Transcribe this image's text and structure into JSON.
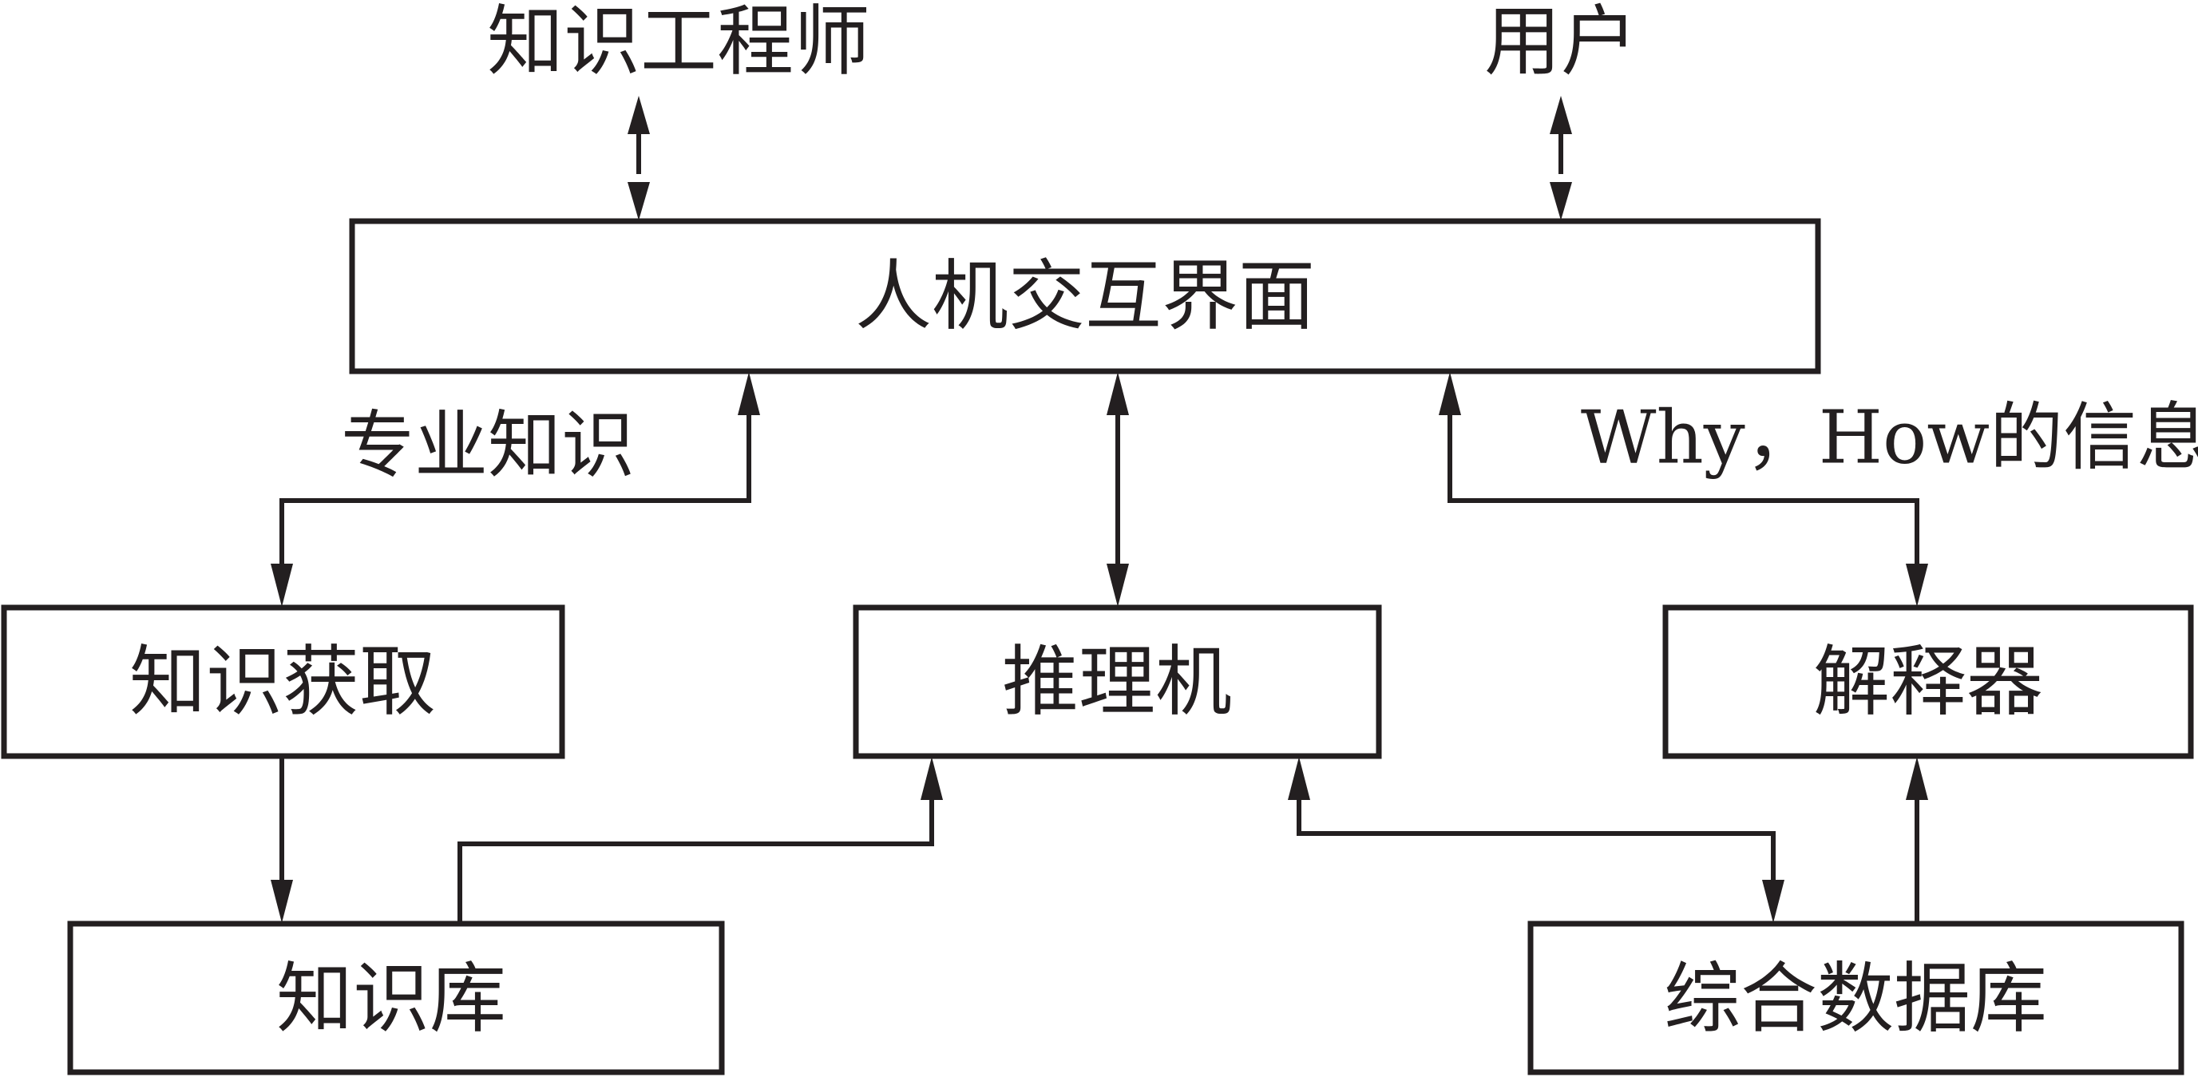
{
  "actors": {
    "knowledge_engineer": "知识工程师",
    "user": "用户"
  },
  "boxes": {
    "hci": "人机交互界面",
    "acquisition": "知识获取",
    "inference": "推理机",
    "explainer": "解释器",
    "kb": "知识库",
    "db": "综合数据库"
  },
  "edge_labels": {
    "expert_knowledge": "专业知识",
    "why_how": "Why，How的信息"
  },
  "colors": {
    "stroke": "#231f20",
    "background": "#ffffff"
  }
}
